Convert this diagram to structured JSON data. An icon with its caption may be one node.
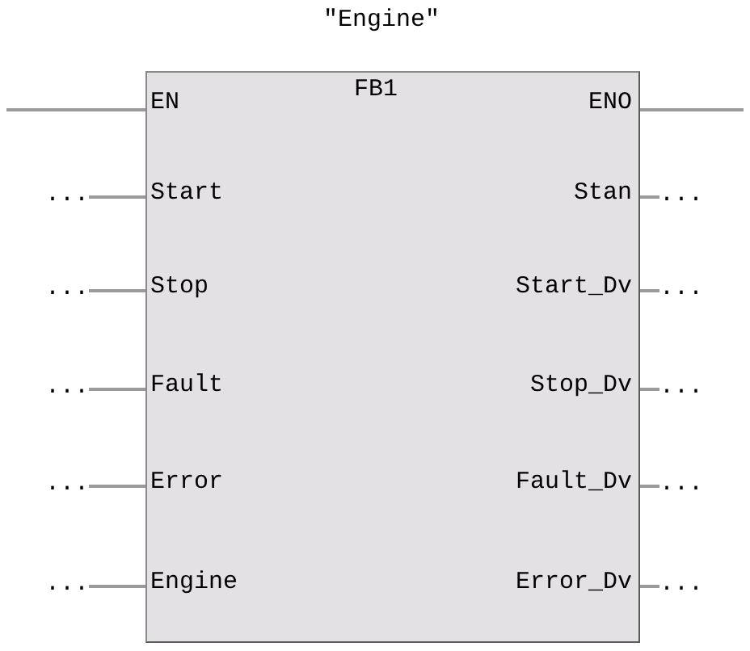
{
  "diagram": {
    "title": "\"Engine\"",
    "nodes": [
      {
        "text": [
          "FB1"
        ]
      },
      {
        "text": [
          "..."
        ]
      },
      {
        "text": [
          "..."
        ]
      },
      {
        "text": [
          "..."
        ]
      },
      {
        "text": [
          "..."
        ]
      },
      {
        "text": [
          "..."
        ]
      },
      {
        "text": [
          "..."
        ]
      },
      {
        "text": [
          "..."
        ]
      },
      {
        "text": [
          "..."
        ]
      },
      {
        "text": [
          "..."
        ]
      },
      {
        "text": [
          "..."
        ]
      }
    ],
    "edges": [
      {
        "from": null,
        "to": 0,
        "arrow": "none"
      },
      {
        "from": 0,
        "to": null,
        "arrow": "none"
      },
      {
        "from": 1,
        "to": 0,
        "arrow": "none"
      },
      {
        "from": 0,
        "to": 2,
        "arrow": "none"
      },
      {
        "from": 3,
        "to": 0,
        "arrow": "none"
      },
      {
        "from": 0,
        "to": 4,
        "arrow": "none"
      },
      {
        "from": 5,
        "to": 0,
        "arrow": "none"
      },
      {
        "from": 0,
        "to": 6,
        "arrow": "none"
      },
      {
        "from": 7,
        "to": 0,
        "arrow": "none"
      },
      {
        "from": 0,
        "to": 8,
        "arrow": "none"
      },
      {
        "from": 9,
        "to": 0,
        "arrow": "none"
      },
      {
        "from": 0,
        "to": 10,
        "arrow": "none"
      }
    ],
    "labels": [
      "EN",
      "ENO",
      "Start",
      "Stan",
      "Stop",
      "Start_Dv",
      "Fault",
      "Stop_Dv",
      "Error",
      "Fault_Dv",
      "Engine",
      "Error_Dv"
    ]
  }
}
